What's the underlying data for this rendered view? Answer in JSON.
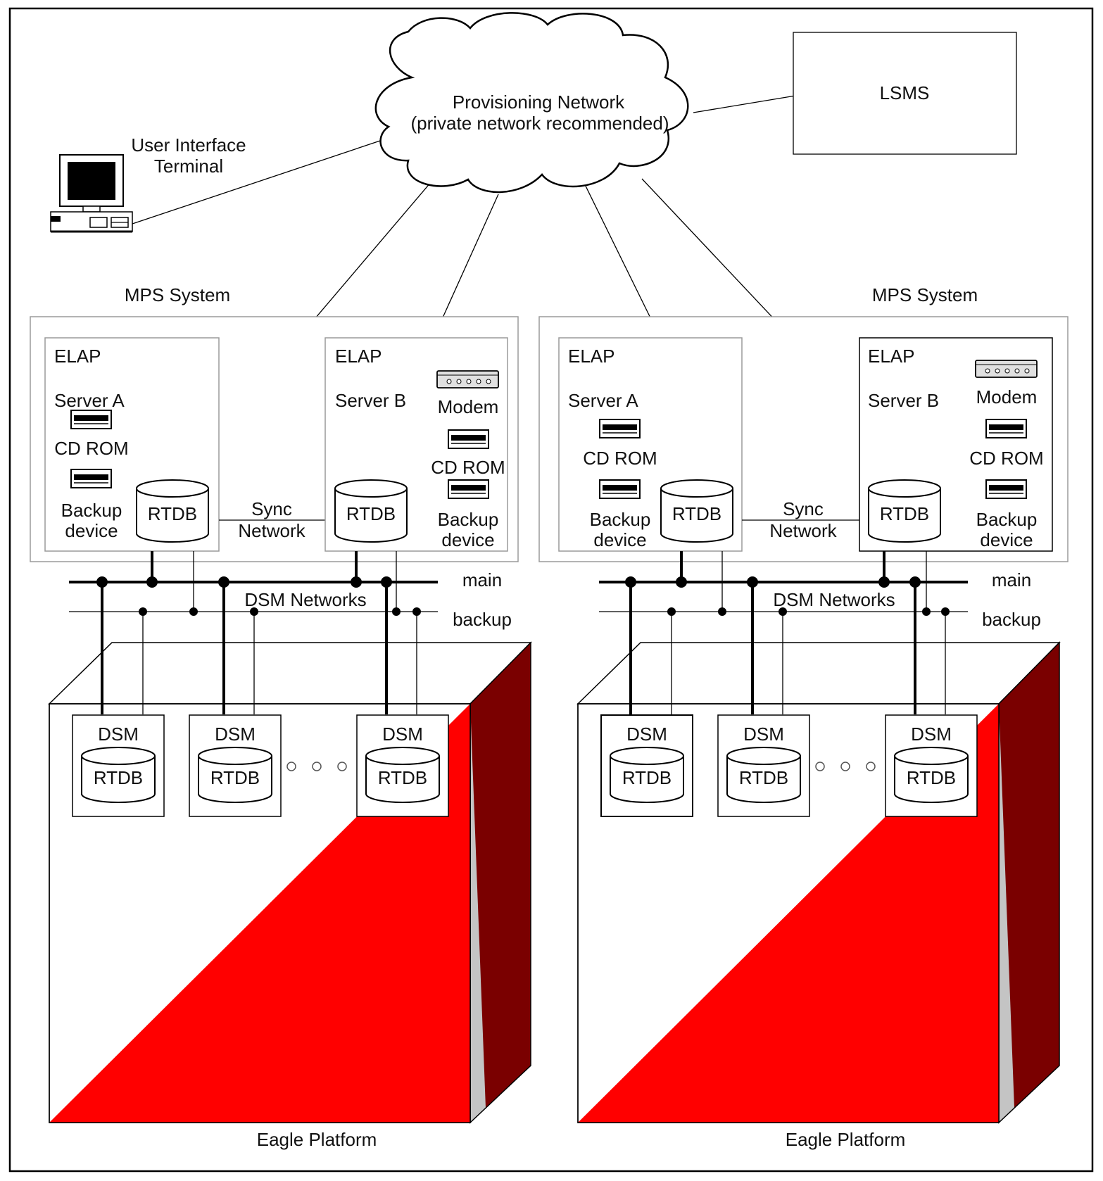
{
  "cloud": {
    "title": "Provisioning Network",
    "subtitle": "(private network recommended)"
  },
  "lsms": {
    "label": "LSMS"
  },
  "terminal": {
    "line1": "User Interface",
    "line2": "Terminal"
  },
  "systems": [
    {
      "mps_label": "MPS System",
      "server_a": {
        "elap": "ELAP",
        "name": "Server A",
        "cdrom": "CD ROM",
        "backup_line1": "Backup",
        "backup_line2": "device",
        "rtdb": "RTDB"
      },
      "server_b": {
        "elap": "ELAP",
        "name": "Server B",
        "modem": "Modem",
        "cdrom": "CD ROM",
        "backup_line1": "Backup",
        "backup_line2": "device",
        "rtdb": "RTDB"
      },
      "sync_line1": "Sync",
      "sync_line2": "Network",
      "dsm_networks": "DSM Networks",
      "main": "main",
      "backup": "backup",
      "dsm_cards": [
        {
          "title": "DSM",
          "rtdb": "RTDB"
        },
        {
          "title": "DSM",
          "rtdb": "RTDB"
        },
        {
          "title": "DSM",
          "rtdb": "RTDB"
        }
      ],
      "platform": "Eagle Platform"
    },
    {
      "mps_label": "MPS System",
      "server_a": {
        "elap": "ELAP",
        "name": "Server A",
        "cdrom": "CD ROM",
        "backup_line1": "Backup",
        "backup_line2": "device",
        "rtdb": "RTDB"
      },
      "server_b": {
        "elap": "ELAP",
        "name": "Server B",
        "modem": "Modem",
        "cdrom": "CD ROM",
        "backup_line1": "Backup",
        "backup_line2": "device",
        "rtdb": "RTDB"
      },
      "sync_line1": "Sync",
      "sync_line2": "Network",
      "dsm_networks": "DSM Networks",
      "main": "main",
      "backup": "backup",
      "dsm_cards": [
        {
          "title": "DSM",
          "rtdb": "RTDB"
        },
        {
          "title": "DSM",
          "rtdb": "RTDB"
        },
        {
          "title": "DSM",
          "rtdb": "RTDB"
        }
      ],
      "platform": "Eagle Platform"
    }
  ],
  "colors": {
    "platform_red": "#ff0000",
    "platform_dark_red": "#7a0000",
    "platform_grey": "#c4c4c4"
  }
}
